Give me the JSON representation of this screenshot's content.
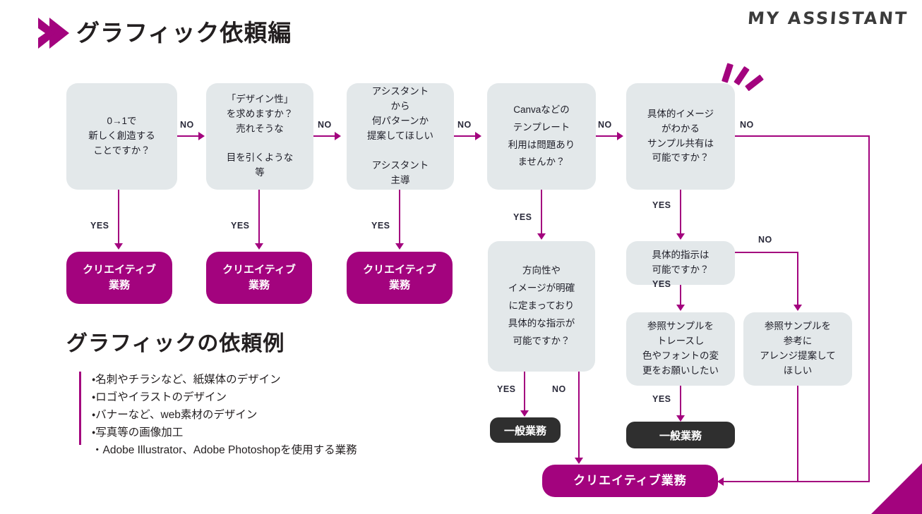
{
  "header": {
    "title": "グラフィック依頼編",
    "brand": "MY ASSISTANT",
    "chevron_icon": "chevron-right-icon",
    "accent_color": "#a3037e",
    "text_color": "#231f20"
  },
  "flow": {
    "questions": [
      {
        "id": "q1",
        "text": "0→1で\n新しく創造する\nことですか？"
      },
      {
        "id": "q2",
        "text": "「デザイン性」\nを求めますか？\n売れそうな\n\n目を引くような\n等"
      },
      {
        "id": "q3",
        "text": "アシスタント\nから\n何パターンか\n提案してほしい\n\nアシスタント\n主導"
      },
      {
        "id": "q4",
        "text": "Canvaなどの\nテンプレート\n利用は問題あり\nませんか？"
      },
      {
        "id": "q5",
        "text": "具体的イメージ\nがわかる\nサンプル共有は\n可能ですか？"
      },
      {
        "id": "q6",
        "text": "方向性や\nイメージが明確\nに定まっており\n具体的な指示が\n可能ですか？"
      },
      {
        "id": "q7",
        "text": "具体的指示は\n可能ですか？"
      },
      {
        "id": "q8",
        "text": "参照サンプルを\nトレースし\n色やフォントの変\n更をお願いしたい"
      },
      {
        "id": "q9",
        "text": "参照サンプルを\n参考に\nアレンジ提案して\nほしい"
      }
    ],
    "outcomes": {
      "creative": "クリエイティブ\n業務",
      "creative_wide": "クリエイティブ業務",
      "general": "一般業務"
    },
    "edge_labels": {
      "yes": "YES",
      "no": "NO"
    },
    "colors": {
      "question_box": "#e3e8ea",
      "creative_box": "#a3037e",
      "general_box": "#2f2f2f",
      "connector": "#a3037e"
    }
  },
  "examples": {
    "title": "グラフィックの依頼例",
    "items": [
      "・名刺やチラシなど、紙媒体のデザイン",
      "・ロゴやイラストのデザイン",
      "・バナーなど、web素材のデザイン",
      "・写真等の画像加工",
      "・Adobe Illustrator、Adobe Photoshopを使用する業務"
    ]
  },
  "decorations": {
    "sparkle_icon": "sparkle-icon",
    "corner_triangle_icon": "corner-triangle-icon"
  }
}
